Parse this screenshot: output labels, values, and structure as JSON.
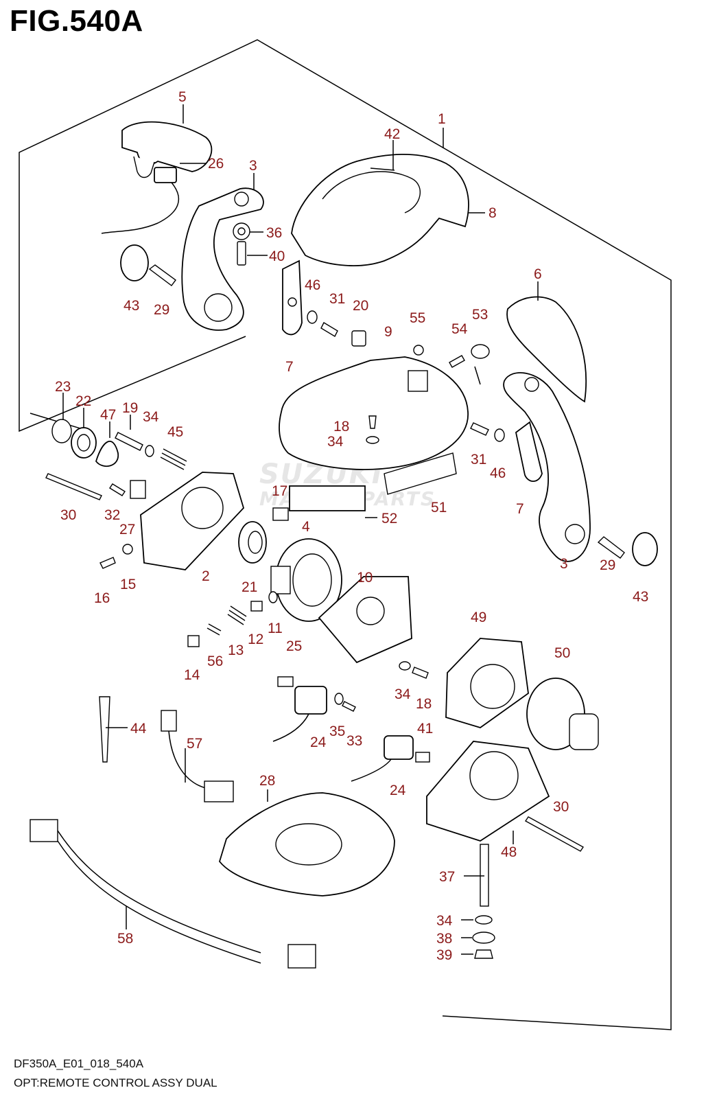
{
  "figure": {
    "title": "FIG.540A",
    "code": "DF350A_E01_018_540A",
    "description": "OPT:REMOTE CONTROL ASSY DUAL",
    "watermark_line1": "SUZUKI",
    "watermark_line2": "MARINE PARTS"
  },
  "callouts": [
    {
      "label": "1"
    },
    {
      "label": "42"
    },
    {
      "label": "8"
    },
    {
      "label": "5"
    },
    {
      "label": "3"
    },
    {
      "label": "26"
    },
    {
      "label": "36"
    },
    {
      "label": "40"
    },
    {
      "label": "43"
    },
    {
      "label": "29"
    },
    {
      "label": "46"
    },
    {
      "label": "31"
    },
    {
      "label": "20"
    },
    {
      "label": "7"
    },
    {
      "label": "55"
    },
    {
      "label": "53"
    },
    {
      "label": "54"
    },
    {
      "label": "9"
    },
    {
      "label": "6"
    },
    {
      "label": "18"
    },
    {
      "label": "34"
    },
    {
      "label": "31"
    },
    {
      "label": "46"
    },
    {
      "label": "23"
    },
    {
      "label": "22"
    },
    {
      "label": "47"
    },
    {
      "label": "19"
    },
    {
      "label": "34"
    },
    {
      "label": "45"
    },
    {
      "label": "17"
    },
    {
      "label": "52"
    },
    {
      "label": "51"
    },
    {
      "label": "7"
    },
    {
      "label": "30"
    },
    {
      "label": "32"
    },
    {
      "label": "27"
    },
    {
      "label": "4"
    },
    {
      "label": "3"
    },
    {
      "label": "29"
    },
    {
      "label": "43"
    },
    {
      "label": "16"
    },
    {
      "label": "15"
    },
    {
      "label": "2"
    },
    {
      "label": "21"
    },
    {
      "label": "10"
    },
    {
      "label": "11"
    },
    {
      "label": "12"
    },
    {
      "label": "13"
    },
    {
      "label": "56"
    },
    {
      "label": "14"
    },
    {
      "label": "25"
    },
    {
      "label": "49"
    },
    {
      "label": "50"
    },
    {
      "label": "34"
    },
    {
      "label": "18"
    },
    {
      "label": "44"
    },
    {
      "label": "35"
    },
    {
      "label": "33"
    },
    {
      "label": "24"
    },
    {
      "label": "57"
    },
    {
      "label": "41"
    },
    {
      "label": "24"
    },
    {
      "label": "28"
    },
    {
      "label": "30"
    },
    {
      "label": "48"
    },
    {
      "label": "37"
    },
    {
      "label": "34"
    },
    {
      "label": "38"
    },
    {
      "label": "39"
    },
    {
      "label": "58"
    }
  ]
}
